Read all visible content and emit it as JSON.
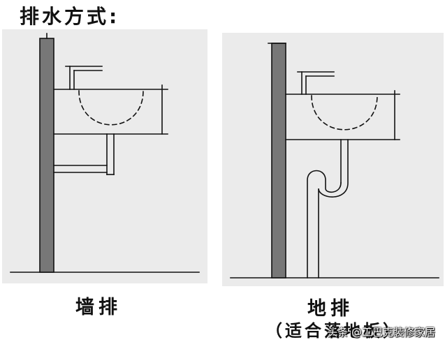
{
  "title": "排水方式:",
  "left_diagram": {
    "caption": "墙排"
  },
  "right_diagram": {
    "caption": "地排",
    "note": "（适合落地板）"
  },
  "watermark": "头条 @工巴克装修家居",
  "colors": {
    "panel": "#ebebeb",
    "wall": "#777777",
    "line": "#111111"
  }
}
